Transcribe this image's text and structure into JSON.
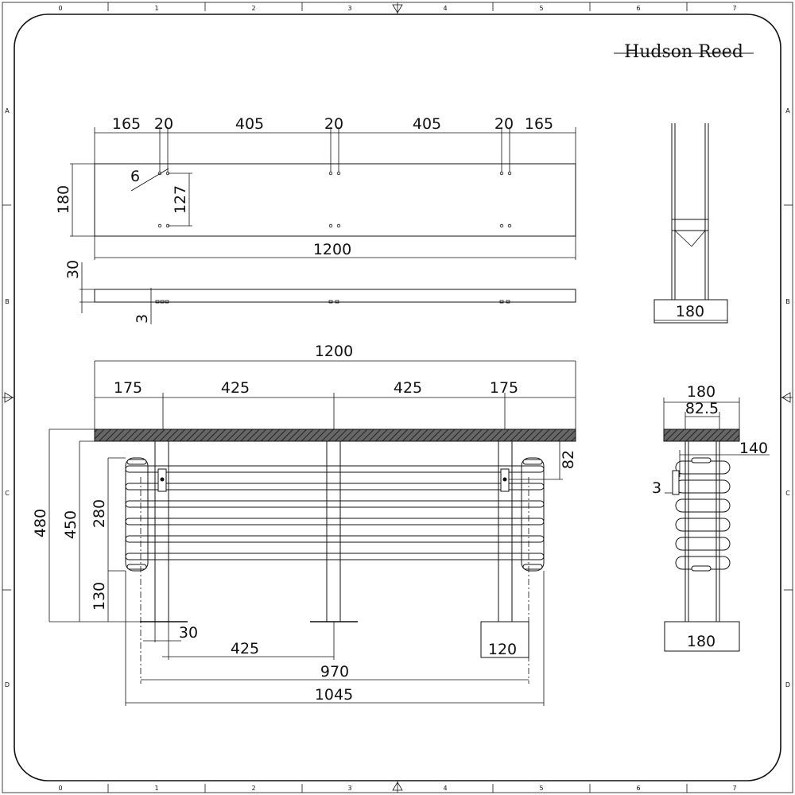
{
  "brand": {
    "name": "Hudson Reed"
  },
  "frame": {
    "col_labels": [
      "0",
      "1",
      "2",
      "3",
      "4",
      "5",
      "6",
      "7"
    ],
    "row_labels": [
      "A",
      "B",
      "C",
      "D"
    ]
  },
  "top_view": {
    "dims_top": [
      "165",
      "20",
      "405",
      "20",
      "405",
      "20",
      "165"
    ],
    "width": "1200",
    "depth": "180",
    "hole_dia": "6",
    "hole_spacing": "127"
  },
  "shelf_side": {
    "thickness": "30",
    "offset": "3"
  },
  "end_view_top": {
    "width": "180"
  },
  "front_view": {
    "width": "1200",
    "leg_positions": [
      "175",
      "425",
      "425",
      "175"
    ],
    "overall_height": "480",
    "radiator_height": "450",
    "column_height": "280",
    "floor_clearance": "130",
    "top_gap": "82",
    "leg_width": "30",
    "leg_spacing": "425",
    "foot_width": "120",
    "pipe_centres": "970",
    "overall_length": "1045"
  },
  "side_view": {
    "shelf_width": "180",
    "inner_width": "82.5",
    "depth": "140",
    "gap": "3",
    "foot_width": "180"
  }
}
